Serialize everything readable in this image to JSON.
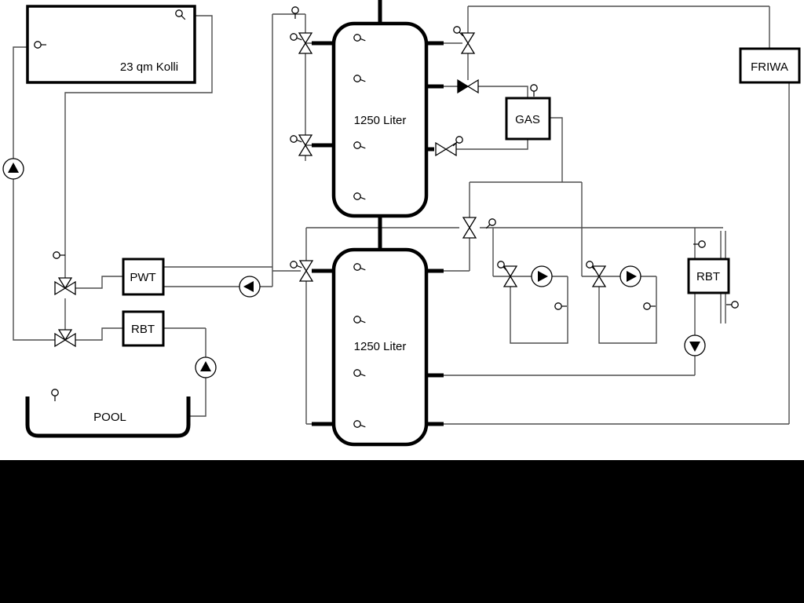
{
  "labels": {
    "collector": "23 qm Kolli",
    "tank_top": "1250 Liter",
    "tank_bottom": "1250 Liter",
    "gas": "GAS",
    "friwa": "FRIWA",
    "pwt": "PWT",
    "rbt_left": "RBT",
    "rbt_right": "RBT",
    "pool": "POOL"
  },
  "colors": {
    "pipe": "#4d4d4d",
    "component_outline": "#000000",
    "background": "#ffffff",
    "bottom_band": "#000000"
  }
}
